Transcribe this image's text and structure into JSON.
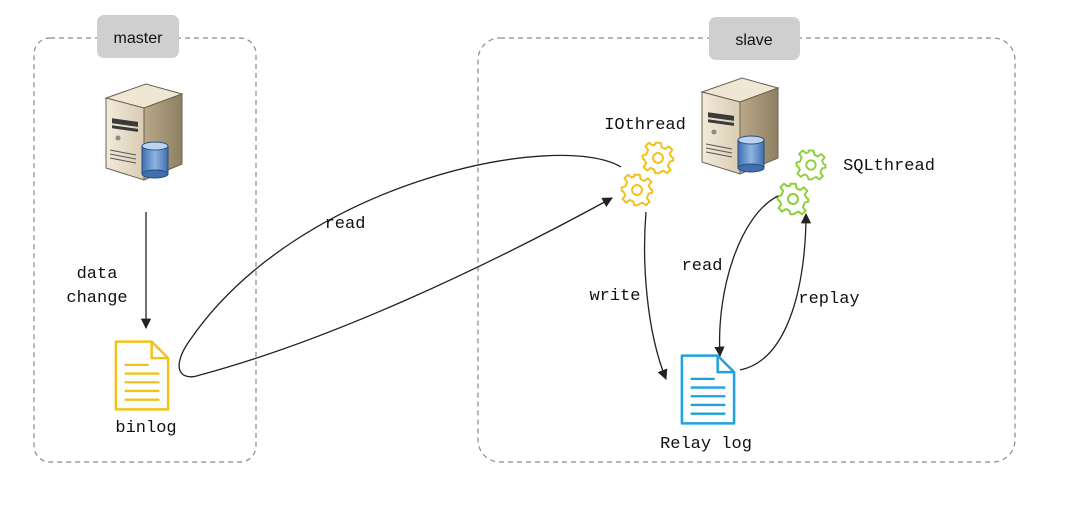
{
  "groups": {
    "master": {
      "label": "master"
    },
    "slave": {
      "label": "slave"
    }
  },
  "labels": {
    "data_change_line1": "data",
    "data_change_line2": "change",
    "binlog": "binlog",
    "read_remote": "read",
    "io_thread": "IOthread",
    "sql_thread": "SQLthread",
    "write": "write",
    "read_local": "read",
    "replay": "replay",
    "relay_log": "Relay log"
  },
  "icons": {
    "master_server": "server-database-icon",
    "slave_server": "server-database-icon",
    "binlog_file": "document-icon",
    "relay_log_file": "document-icon",
    "io_gears": "gears-icon",
    "sql_gears": "gears-icon"
  },
  "colors": {
    "binlog_file": "#f2c21b",
    "relay_log_file": "#1fa2dc",
    "io_gears": "#f2c21b",
    "sql_gears": "#8ccf3a",
    "group_tag_bg": "#cfcfcf"
  }
}
